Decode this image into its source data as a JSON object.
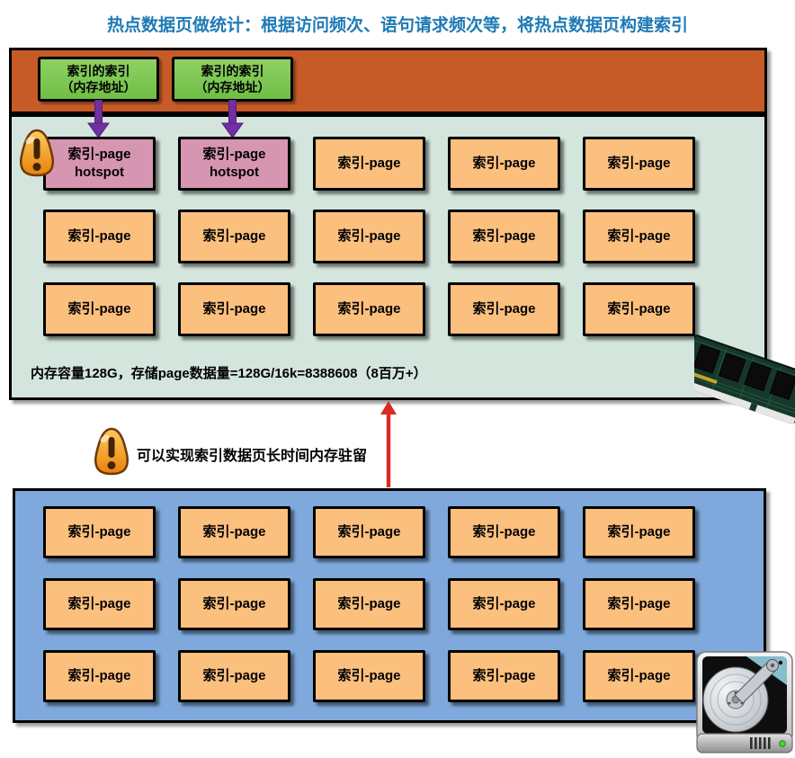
{
  "title": "热点数据页做统计：根据访问频次、语句请求频次等，将热点数据页构建索引",
  "memory_block": {
    "index_pointer_boxes": [
      {
        "lines": [
          "索引的索引",
          "（内存地址）"
        ]
      },
      {
        "lines": [
          "索引的索引",
          "（内存地址）"
        ]
      }
    ],
    "grid": {
      "rows": 3,
      "cols": 5,
      "cells": [
        {
          "variant": "hotspot",
          "lines": [
            "索引-page",
            "hotspot"
          ]
        },
        {
          "variant": "hotspot",
          "lines": [
            "索引-page",
            "hotspot"
          ]
        },
        {
          "variant": "page",
          "lines": [
            "索引-page"
          ]
        },
        {
          "variant": "page",
          "lines": [
            "索引-page"
          ]
        },
        {
          "variant": "page",
          "lines": [
            "索引-page"
          ]
        },
        {
          "variant": "page",
          "lines": [
            "索引-page"
          ]
        },
        {
          "variant": "page",
          "lines": [
            "索引-page"
          ]
        },
        {
          "variant": "page",
          "lines": [
            "索引-page"
          ]
        },
        {
          "variant": "page",
          "lines": [
            "索引-page"
          ]
        },
        {
          "variant": "page",
          "lines": [
            "索引-page"
          ]
        },
        {
          "variant": "page",
          "lines": [
            "索引-page"
          ]
        },
        {
          "variant": "page",
          "lines": [
            "索引-page"
          ]
        },
        {
          "variant": "page",
          "lines": [
            "索引-page"
          ]
        },
        {
          "variant": "page",
          "lines": [
            "索引-page"
          ]
        },
        {
          "variant": "page",
          "lines": [
            "索引-page"
          ]
        }
      ]
    },
    "capacity_note": "内存容量128G，存储page数据量=128G/16k=8388608（8百万+）"
  },
  "middle": {
    "note": "可以实现索引数据页长时间内存驻留"
  },
  "disk_block": {
    "grid": {
      "rows": 3,
      "cols": 5,
      "cells": [
        {
          "variant": "page",
          "lines": [
            "索引-page"
          ]
        },
        {
          "variant": "page",
          "lines": [
            "索引-page"
          ]
        },
        {
          "variant": "page",
          "lines": [
            "索引-page"
          ]
        },
        {
          "variant": "page",
          "lines": [
            "索引-page"
          ]
        },
        {
          "variant": "page",
          "lines": [
            "索引-page"
          ]
        },
        {
          "variant": "page",
          "lines": [
            "索引-page"
          ]
        },
        {
          "variant": "page",
          "lines": [
            "索引-page"
          ]
        },
        {
          "variant": "page",
          "lines": [
            "索引-page"
          ]
        },
        {
          "variant": "page",
          "lines": [
            "索引-page"
          ]
        },
        {
          "variant": "page",
          "lines": [
            "索引-page"
          ]
        },
        {
          "variant": "page",
          "lines": [
            "索引-page"
          ]
        },
        {
          "variant": "page",
          "lines": [
            "索引-page"
          ]
        },
        {
          "variant": "page",
          "lines": [
            "索引-page"
          ]
        },
        {
          "variant": "page",
          "lines": [
            "索引-page"
          ]
        },
        {
          "variant": "page",
          "lines": [
            "索引-page"
          ]
        }
      ]
    }
  },
  "icons": {
    "warning": "exclamation-warning",
    "purple_arrow": "down-arrow",
    "red_arrow": "up-arrow",
    "ram": "ram-module",
    "hdd": "hard-disk"
  },
  "colors": {
    "title_text": "#1F7AB5",
    "banner_bg": "#C65B28",
    "memory_region_bg": "#D3E5DC",
    "disk_region_bg": "#7FA9DC",
    "page_box_bg": "#FBBF7E",
    "hotspot_box_bg": "#D695B0",
    "pointer_box_bg": "#7EC457",
    "purple_arrow": "#7030A0",
    "red_arrow": "#D92B21",
    "border": "#000000"
  }
}
